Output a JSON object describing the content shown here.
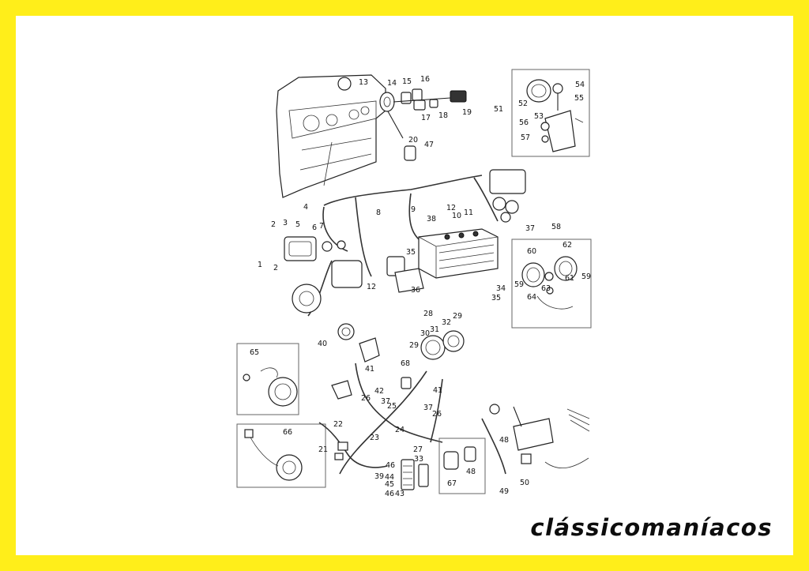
{
  "brand": {
    "watermark": "clássicomaníacos"
  },
  "colors": {
    "frame": "#FFEE1A",
    "background": "#FFFFFF",
    "ink": "#111111"
  },
  "labels": [
    "1",
    "2",
    "2",
    "3",
    "4",
    "5",
    "6",
    "7",
    "8",
    "9",
    "10",
    "11",
    "12",
    "12",
    "13",
    "14",
    "15",
    "16",
    "17",
    "18",
    "19",
    "20",
    "21",
    "22",
    "23",
    "24",
    "25",
    "26",
    "26",
    "27",
    "28",
    "29",
    "29",
    "30",
    "31",
    "32",
    "33",
    "34",
    "35",
    "35",
    "36",
    "37",
    "37",
    "37",
    "38",
    "39",
    "40",
    "41",
    "41",
    "42",
    "43",
    "44",
    "45",
    "46",
    "46",
    "47",
    "48",
    "48",
    "49",
    "50",
    "51",
    "52",
    "53",
    "54",
    "55",
    "56",
    "57",
    "58",
    "59",
    "59",
    "60",
    "61",
    "62",
    "63",
    "64",
    "65",
    "66",
    "67",
    "68"
  ]
}
